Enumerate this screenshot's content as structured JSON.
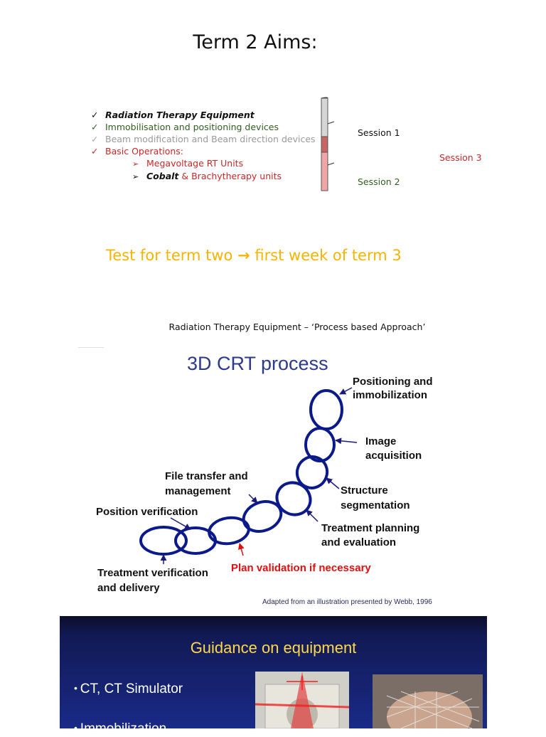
{
  "title": "Term 2 Aims:",
  "aims": {
    "item1": "Radiation Therapy Equipment",
    "item2": "Immobilisation and positioning devices",
    "item3": "Beam modification and Beam direction devices",
    "item4": "Basic Operations:",
    "sub1": "Megavoltage RT Units",
    "sub2_bold": "Cobalt",
    "sub2_rest": " & Brachytherapy units",
    "check_glyph": "✓",
    "arrow_glyph": "➢"
  },
  "sessions": {
    "s1": "Session 1",
    "s2": "Session 2",
    "s3": "Session 3"
  },
  "test": {
    "before": "Test for term two ",
    "arrow": "→",
    "after": " first week of term 3"
  },
  "diagram": {
    "subtitle": "Radiation Therapy Equipment – ‘Process based Approach’",
    "heading": "3D CRT process",
    "labels": {
      "positioning_1": "Positioning and",
      "positioning_2": "immobilization",
      "image_1": "Image",
      "image_2": "acquisition",
      "structure_1": "Structure",
      "structure_2": "segmentation",
      "treatment_planning_1": "Treatment planning",
      "treatment_planning_2": "and evaluation",
      "plan_validation": "Plan validation if necessary",
      "file_transfer_1": "File transfer and",
      "file_transfer_2": "management",
      "position_verification": "Position verification",
      "treatment_verification_1": "Treatment verification",
      "treatment_verification_2": "and delivery"
    },
    "credit": "Adapted from an illustration presented by Webb, 1996"
  },
  "guidance": {
    "title": "Guidance on equipment",
    "bullet1": "CT, CT Simulator",
    "bullet2": "Immobilization"
  }
}
